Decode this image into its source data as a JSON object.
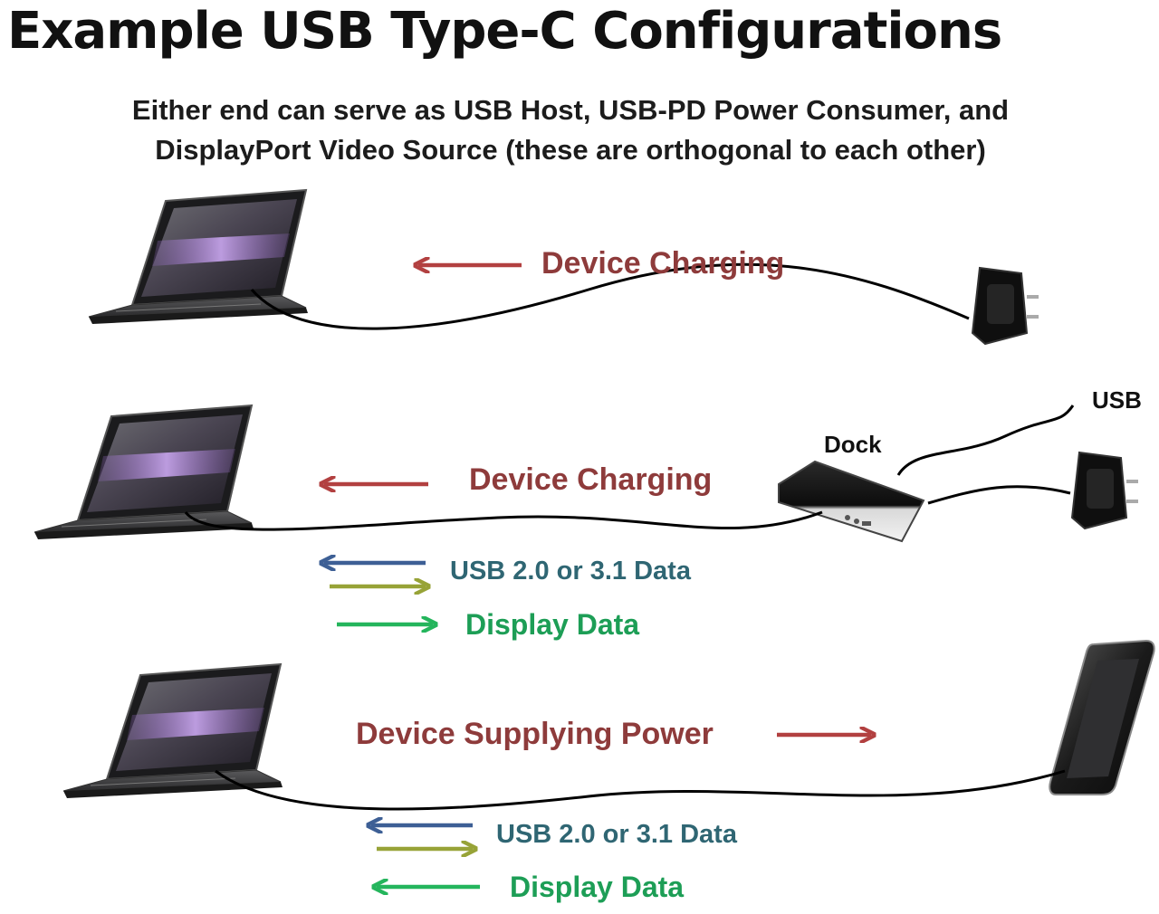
{
  "title": "Example USB Type-C Configurations",
  "subtitle": {
    "line1": "Either end can serve as USB Host, USB-PD Power Consumer, and",
    "line2": "DisplayPort Video Source (these are orthogonal to each other)"
  },
  "configurations": [
    {
      "id": "laptop-charger",
      "labels": {
        "power": "Device Charging"
      },
      "power_direction": "left",
      "devices": [
        "laptop-icon",
        "wall-charger-icon"
      ]
    },
    {
      "id": "laptop-dock",
      "labels": {
        "power": "Device Charging",
        "usb_data": "USB 2.0 or 3.1 Data",
        "display_data": "Display Data",
        "dock": "Dock",
        "usb_port": "USB"
      },
      "power_direction": "left",
      "display_direction": "right",
      "devices": [
        "laptop-icon",
        "dock-icon",
        "wall-charger-icon"
      ]
    },
    {
      "id": "laptop-phone",
      "labels": {
        "power": "Device Supplying Power",
        "usb_data": "USB 2.0 or 3.1 Data",
        "display_data": "Display Data"
      },
      "power_direction": "right",
      "display_direction": "left",
      "devices": [
        "laptop-icon",
        "phone-icon"
      ]
    }
  ],
  "colors": {
    "power_arrow": "#b24040",
    "usb_arrow_left": "#3d5f95",
    "usb_arrow_right": "#97a337",
    "display_arrow": "#24b55c"
  }
}
